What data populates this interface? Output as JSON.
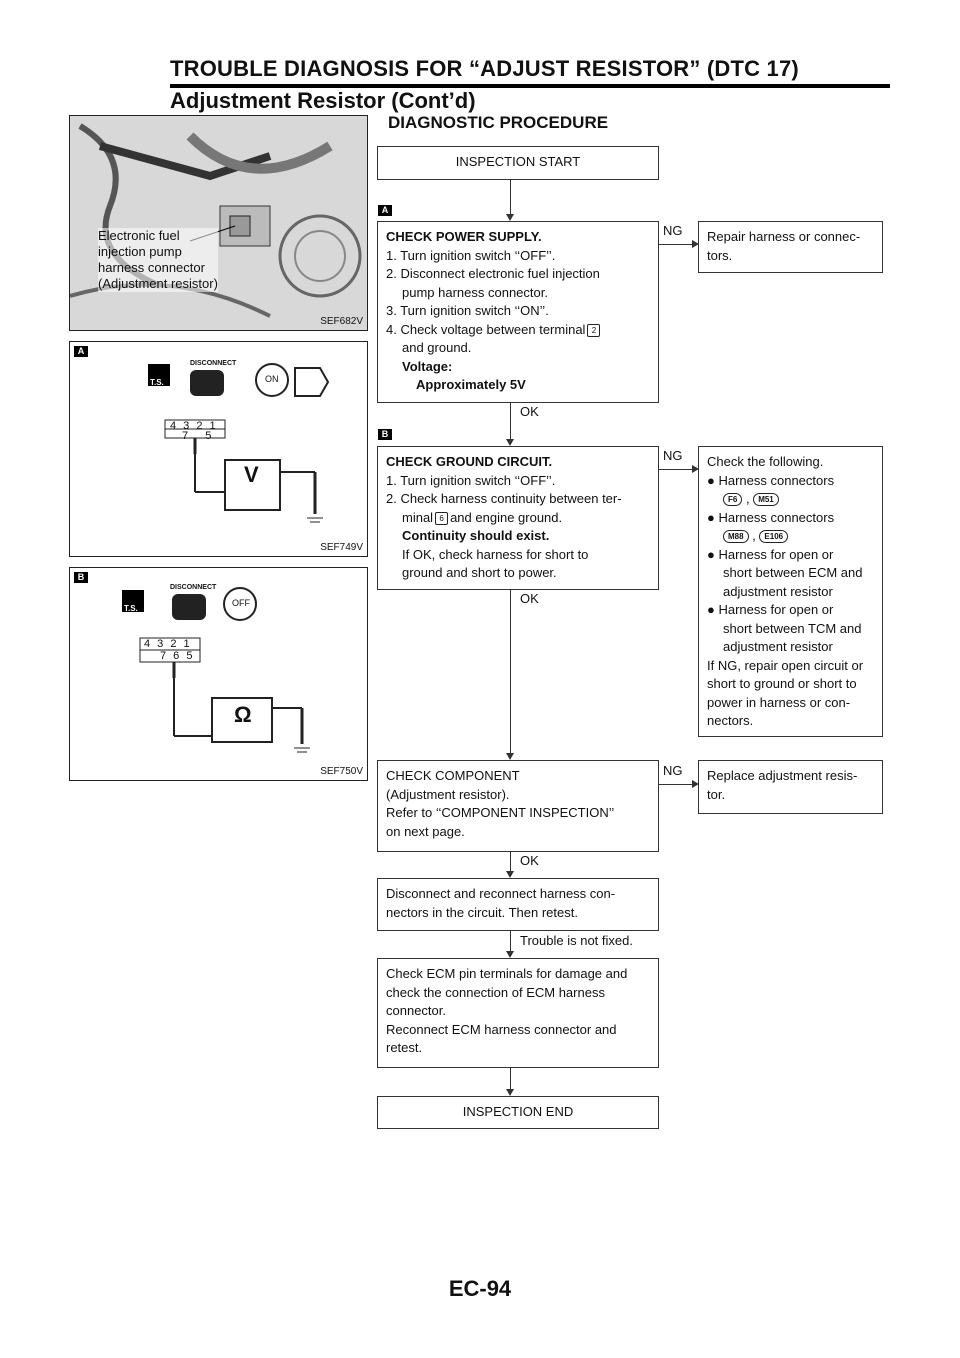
{
  "header": {
    "title": "TROUBLE DIAGNOSIS FOR “ADJUST RESISTOR” (DTC 17)",
    "subtitle": "Adjustment Resistor (Cont’d)"
  },
  "section_title": "DIAGNOSTIC PROCEDURE",
  "figures": {
    "fig1": {
      "caption": "SEF682V",
      "callout_lines": [
        "Electronic fuel",
        "injection pump",
        "harness connector",
        "(Adjustment resistor)"
      ]
    },
    "fig2": {
      "caption": "SEF749V",
      "tag": "A",
      "disconnect": "DISCONNECT",
      "ts": "T.S.",
      "switch": "ON",
      "pins_top": "4 3 2 1",
      "pins_bottom": "7   5",
      "meter": "V"
    },
    "fig3": {
      "caption": "SEF750V",
      "tag": "B",
      "disconnect": "DISCONNECT",
      "ts": "T.S.",
      "switch": "OFF",
      "pins_top": "4 3 2 1",
      "pins_bottom": "7 6 5",
      "meter": "Ω"
    }
  },
  "flow": {
    "start": "INSPECTION START",
    "tag_a": "A",
    "tag_b": "B",
    "step1": {
      "title": "CHECK POWER SUPPLY.",
      "l1": "1. Turn ignition switch ‘‘OFF’’.",
      "l2": "2. Disconnect electronic fuel injection",
      "l2b": "pump harness connector.",
      "l3": "3. Turn ignition switch ‘‘ON’’.",
      "l4": "4. Check voltage between terminal",
      "l4_terminal": "2",
      "l4b": "and ground.",
      "vlabel": "Voltage:",
      "vvalue": "Approximately 5V",
      "ng": "NG",
      "ok": "OK",
      "ng_action_1": "Repair harness or connec-",
      "ng_action_2": "tors."
    },
    "step2": {
      "title": "CHECK GROUND CIRCUIT.",
      "l1": "1. Turn ignition switch ‘‘OFF’’.",
      "l2": "2. Check harness continuity between ter-",
      "l2b_pre": "minal",
      "l2b_terminal": "6",
      "l2b_post": "and engine ground.",
      "cont": "Continuity should exist.",
      "l3": "If OK, check harness for short to",
      "l3b": "ground and short to power.",
      "ng": "NG",
      "ok": "OK",
      "ng_intro": "Check the following.",
      "ng_b1": "Harness connectors",
      "ng_b1_c1": "F6",
      "ng_b1_c2": "M51",
      "ng_b2": "Harness connectors",
      "ng_b2_c1": "M88",
      "ng_b2_c2": "E106",
      "ng_b3a": "Harness for open or",
      "ng_b3b": "short between ECM and",
      "ng_b3c": "adjustment resistor",
      "ng_b4a": "Harness for open or",
      "ng_b4b": "short between TCM and",
      "ng_b4c": "adjustment resistor",
      "ng_e1": "If NG, repair open circuit or",
      "ng_e2": "short to ground or short to",
      "ng_e3": "power in harness or con-",
      "ng_e4": "nectors."
    },
    "step3": {
      "l1": "CHECK COMPONENT",
      "l2": "(Adjustment resistor).",
      "l3": "Refer to ‘‘COMPONENT INSPECTION’’",
      "l4": "on next page.",
      "ng": "NG",
      "ok": "OK",
      "ng_action_1": "Replace adjustment resis-",
      "ng_action_2": "tor."
    },
    "step4": {
      "l1": "Disconnect and reconnect harness con-",
      "l2": "nectors in the circuit. Then retest.",
      "result": "Trouble is not fixed."
    },
    "step5": {
      "l1": "Check ECM pin terminals for damage and",
      "l2": "check the connection of ECM harness",
      "l3": "connector.",
      "l4": "Reconnect ECM harness connector and",
      "l5": "retest."
    },
    "end": "INSPECTION END"
  },
  "footer": "EC-94"
}
